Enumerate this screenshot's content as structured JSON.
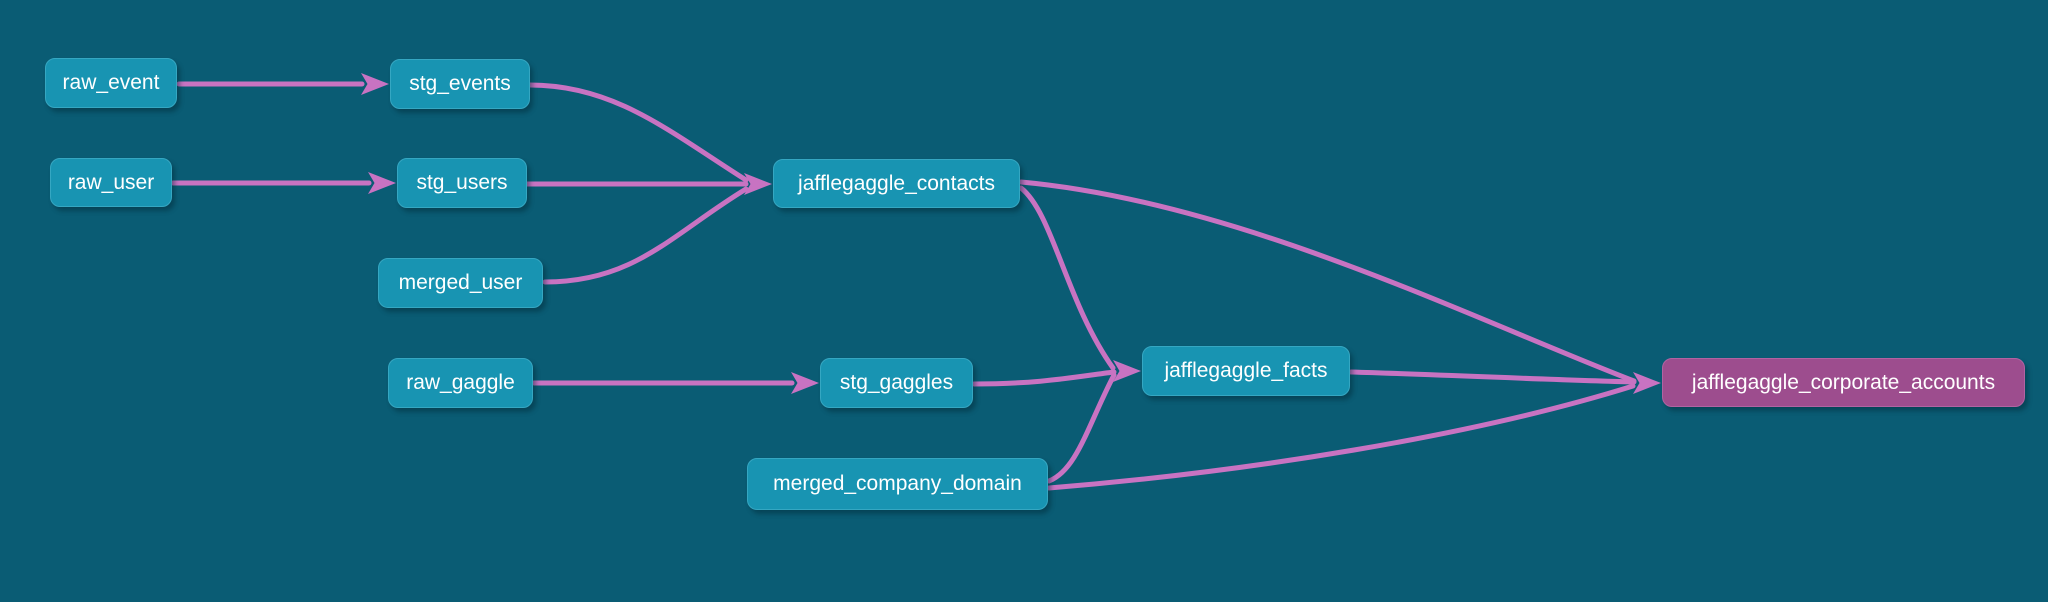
{
  "diagram": {
    "type": "lineage-dag",
    "background_color": "#0a5c74",
    "edge_color": "#c873c2",
    "node_fill_color": "#1894b2",
    "highlight_node_fill_color": "#9d4d8e",
    "node_text_color": "#ffffff",
    "nodes": [
      {
        "id": "raw_event",
        "label": "raw_event"
      },
      {
        "id": "stg_events",
        "label": "stg_events"
      },
      {
        "id": "raw_user",
        "label": "raw_user"
      },
      {
        "id": "stg_users",
        "label": "stg_users"
      },
      {
        "id": "merged_user",
        "label": "merged_user"
      },
      {
        "id": "jafflegaggle_contacts",
        "label": "jafflegaggle_contacts"
      },
      {
        "id": "raw_gaggle",
        "label": "raw_gaggle"
      },
      {
        "id": "stg_gaggles",
        "label": "stg_gaggles"
      },
      {
        "id": "jafflegaggle_facts",
        "label": "jafflegaggle_facts"
      },
      {
        "id": "merged_company_domain",
        "label": "merged_company_domain"
      },
      {
        "id": "jafflegaggle_corporate_accounts",
        "label": "jafflegaggle_corporate_accounts"
      }
    ],
    "edges": [
      {
        "from": "raw_event",
        "to": "stg_events"
      },
      {
        "from": "raw_user",
        "to": "stg_users"
      },
      {
        "from": "stg_events",
        "to": "jafflegaggle_contacts"
      },
      {
        "from": "stg_users",
        "to": "jafflegaggle_contacts"
      },
      {
        "from": "merged_user",
        "to": "jafflegaggle_contacts"
      },
      {
        "from": "raw_gaggle",
        "to": "stg_gaggles"
      },
      {
        "from": "stg_gaggles",
        "to": "jafflegaggle_facts"
      },
      {
        "from": "jafflegaggle_contacts",
        "to": "jafflegaggle_facts"
      },
      {
        "from": "merged_company_domain",
        "to": "jafflegaggle_facts"
      },
      {
        "from": "jafflegaggle_facts",
        "to": "jafflegaggle_corporate_accounts"
      },
      {
        "from": "jafflegaggle_contacts",
        "to": "jafflegaggle_corporate_accounts"
      },
      {
        "from": "merged_company_domain",
        "to": "jafflegaggle_corporate_accounts"
      }
    ]
  }
}
